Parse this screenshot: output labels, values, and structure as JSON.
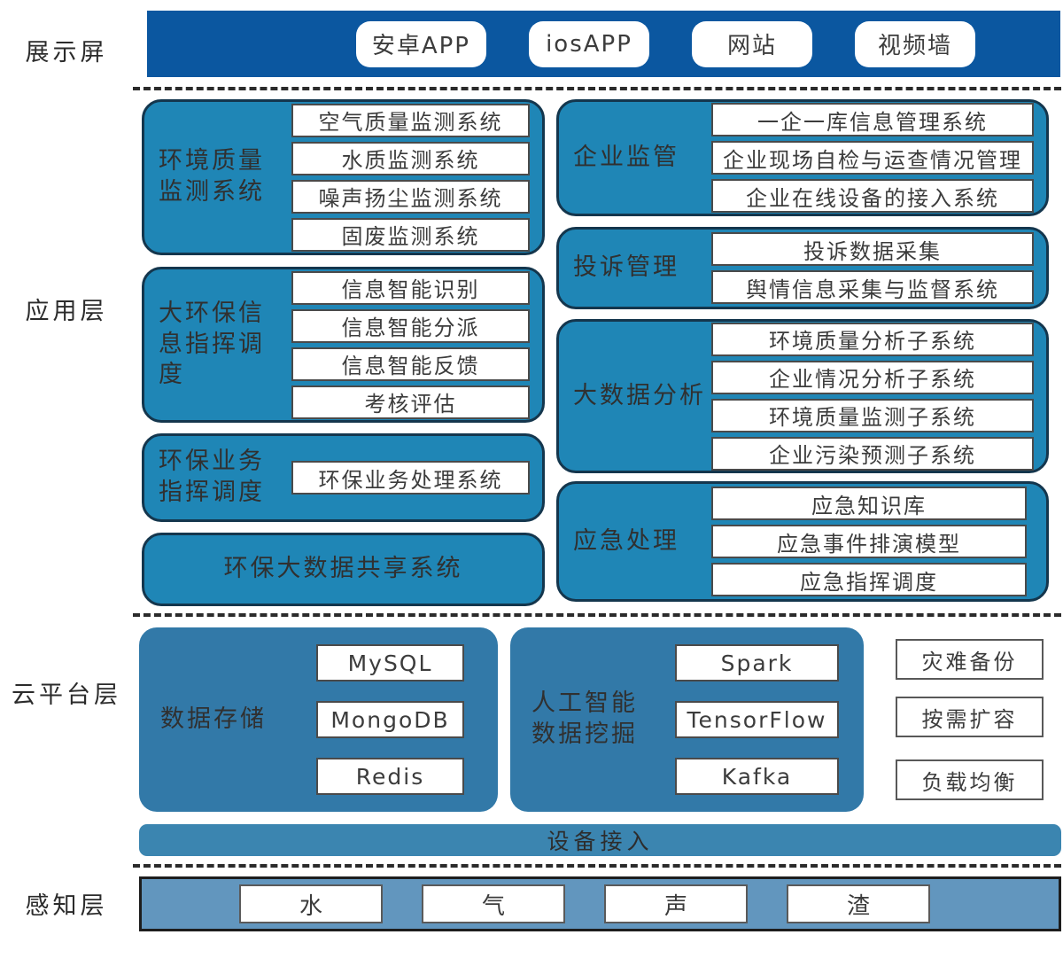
{
  "layers": {
    "display": "展示屏",
    "application": "应用层",
    "cloud": "云平台层",
    "perception": "感知层"
  },
  "display_bar": {
    "channels": [
      {
        "label": "安卓APP"
      },
      {
        "label": "iosAPP"
      },
      {
        "label": "网站"
      },
      {
        "label": "视频墙"
      }
    ]
  },
  "application_layer": {
    "left_column": [
      {
        "title": "环境质量\n监测系统",
        "items": [
          "空气质量监测系统",
          "水质监测系统",
          "噪声扬尘监测系统",
          "固废监测系统"
        ]
      },
      {
        "title": "大环保信\n息指挥调\n度",
        "items": [
          "信息智能识别",
          "信息智能分派",
          "信息智能反馈",
          "考核评估"
        ]
      },
      {
        "title": "环保业务\n指挥调度",
        "items": [
          "环保业务处理系统"
        ]
      },
      {
        "title": "环保大数据共享系统",
        "items": []
      }
    ],
    "right_column": [
      {
        "title": "企业监管",
        "items": [
          "一企一库信息管理系统",
          "企业现场自检与运查情况管理",
          "企业在线设备的接入系统"
        ]
      },
      {
        "title": "投诉管理",
        "items": [
          "投诉数据采集",
          "舆情信息采集与监督系统"
        ]
      },
      {
        "title": "大数据分析",
        "items": [
          "环境质量分析子系统",
          "企业情况分析子系统",
          "环境质量监测子系统",
          "企业污染预测子系统"
        ]
      },
      {
        "title": "应急处理",
        "items": [
          "应急知识库",
          "应急事件排演模型",
          "应急指挥调度"
        ]
      }
    ]
  },
  "cloud_layer": {
    "groups": [
      {
        "title": "数据存储",
        "items": [
          "MySQL",
          "MongoDB",
          "Redis"
        ]
      },
      {
        "title": "人工智能\n数据挖掘",
        "items": [
          "Spark",
          "TensorFlow",
          "Kafka"
        ]
      }
    ],
    "side_boxes": [
      "灾难备份",
      "按需扩容",
      "负载均衡"
    ],
    "device_access": "设备接入"
  },
  "perception_layer": {
    "sensors": [
      "水",
      "气",
      "声",
      "渣"
    ]
  },
  "colors": {
    "display_bar": "#0b57a0",
    "application_group": "#1f86b6",
    "cloud_group": "#3279a8",
    "device_bar": "#3b85b0",
    "perception_bar": "#6296be",
    "item_border": "#4a4a4a",
    "group_border": "#14364d"
  }
}
